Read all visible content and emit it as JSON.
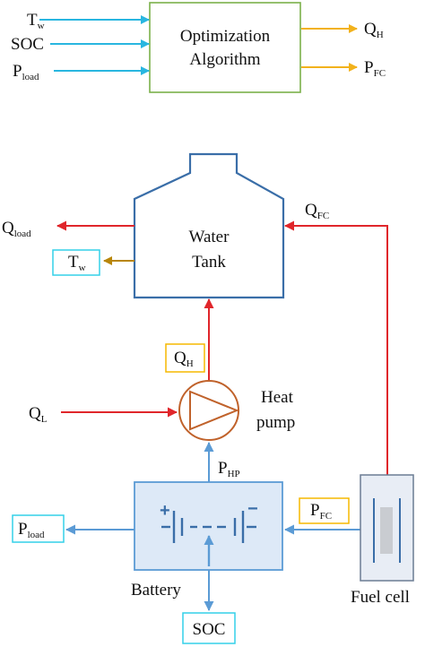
{
  "colors": {
    "input_arrow": "#29b6e0",
    "output_arrow": "#f2b21c",
    "heat_arrow": "#e0262b",
    "electric_arrow": "#5b9bd5",
    "tank_stroke": "#3a6ea8",
    "algo_box_stroke": "#7bb04a",
    "pump_stroke": "#c0622b",
    "tw_arrow": "#b8860b",
    "orange_box": "#f5b800",
    "cyan_box": "#34d0e8"
  },
  "algorithm": {
    "title_line1": "Optimization",
    "title_line2": "Algorithm",
    "inputs": [
      {
        "main": "T",
        "sub": "w"
      },
      {
        "main": "SOC",
        "sub": ""
      },
      {
        "main": "P",
        "sub": "load"
      }
    ],
    "outputs": [
      {
        "main": "Q",
        "sub": "H"
      },
      {
        "main": "P",
        "sub": "FC"
      }
    ]
  },
  "system": {
    "tank_line1": "Water",
    "tank_line2": "Tank",
    "q_load": {
      "main": "Q",
      "sub": "load"
    },
    "t_w": {
      "main": "T",
      "sub": "w"
    },
    "q_fc": {
      "main": "Q",
      "sub": "FC"
    },
    "q_h": {
      "main": "Q",
      "sub": "H"
    },
    "q_l": {
      "main": "Q",
      "sub": "L"
    },
    "heat_pump_line1": "Heat",
    "heat_pump_line2": "pump",
    "p_hp": {
      "main": "P",
      "sub": "HP"
    },
    "p_fc": {
      "main": "P",
      "sub": "FC"
    },
    "p_load": {
      "main": "P",
      "sub": "load"
    },
    "battery_label": "Battery",
    "soc_label": "SOC",
    "fuel_cell_label": "Fuel cell",
    "battery_plus": "+",
    "battery_minus": "−"
  }
}
